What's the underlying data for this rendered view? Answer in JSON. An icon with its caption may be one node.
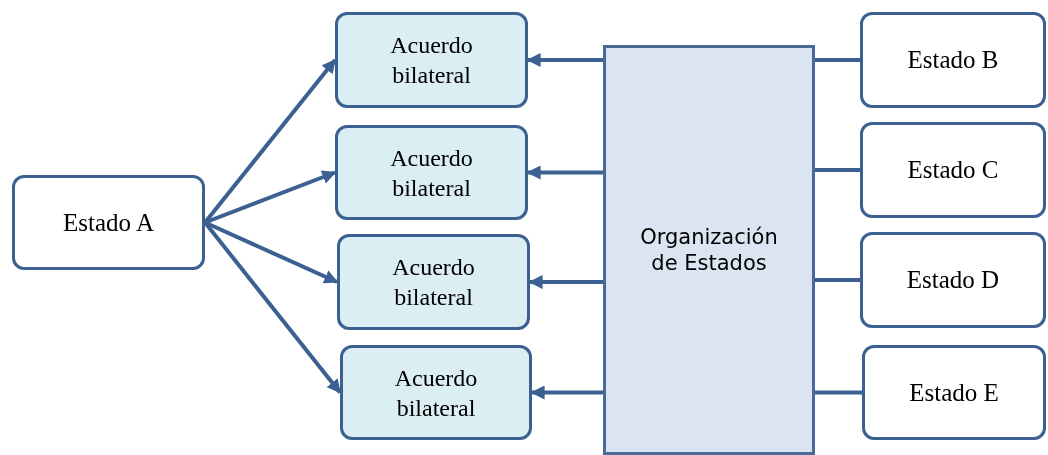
{
  "diagram": {
    "nodes": [
      {
        "text": [
          "Estado A"
        ]
      },
      {
        "text": [
          "Acuerdo bilateral"
        ]
      },
      {
        "text": [
          "Acuerdo bilateral"
        ]
      },
      {
        "text": [
          "Acuerdo bilateral"
        ]
      },
      {
        "text": [
          "Acuerdo bilateral"
        ]
      },
      {
        "text": [
          "Organización de Estados"
        ]
      },
      {
        "text": [
          "Estado B"
        ]
      },
      {
        "text": [
          "Estado C"
        ]
      },
      {
        "text": [
          "Estado D"
        ]
      },
      {
        "text": [
          "Estado E"
        ]
      }
    ],
    "edges": [
      {
        "from": 0,
        "to": 1,
        "arrow": "to"
      },
      {
        "from": 0,
        "to": 2,
        "arrow": "to"
      },
      {
        "from": 0,
        "to": 3,
        "arrow": "to"
      },
      {
        "from": 0,
        "to": 4,
        "arrow": "to"
      },
      {
        "from": 5,
        "to": 1,
        "arrow": "to"
      },
      {
        "from": 5,
        "to": 2,
        "arrow": "to"
      },
      {
        "from": 5,
        "to": 3,
        "arrow": "to"
      },
      {
        "from": 5,
        "to": 4,
        "arrow": "to"
      },
      {
        "from": 6,
        "to": 5,
        "arrow": "none"
      },
      {
        "from": 7,
        "to": 5,
        "arrow": "none"
      },
      {
        "from": 8,
        "to": 5,
        "arrow": "none"
      },
      {
        "from": 9,
        "to": 5,
        "arrow": "none"
      }
    ]
  }
}
